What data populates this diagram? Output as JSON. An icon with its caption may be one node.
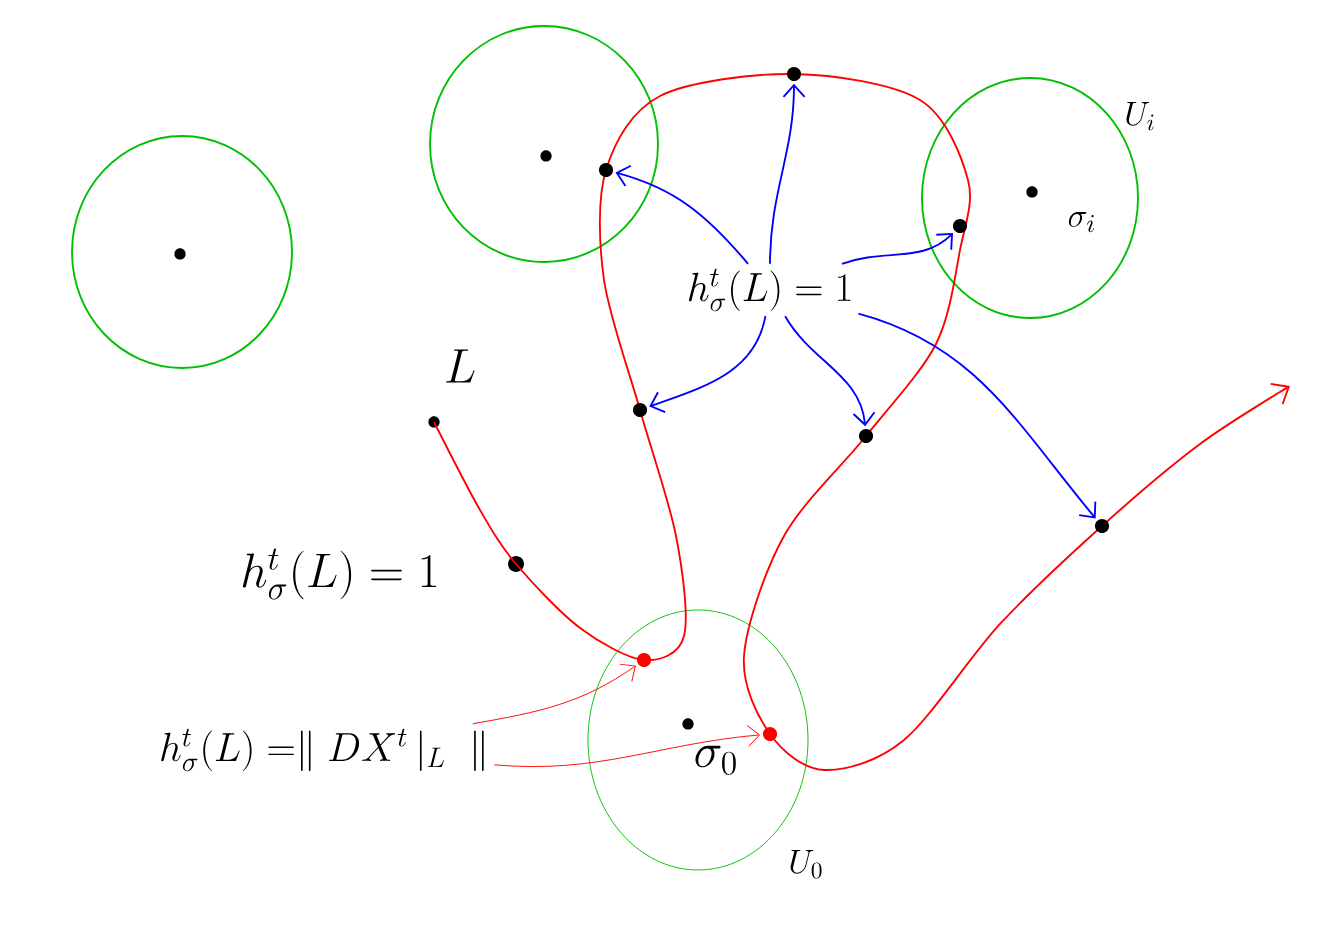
{
  "diagram": {
    "nodes": [
      {
        "text": [
          "h^t_\\sigma(L) = 1"
        ]
      },
      {
        "text": [
          "h^t_\\sigma(L) = \\parallel DX^t \\,|_L \\;\\parallel"
        ]
      },
      {
        "text": [],
        "shape": "dot"
      },
      {
        "text": [],
        "shape": "dot"
      },
      {
        "text": [],
        "shape": "dot"
      },
      {
        "text": [],
        "shape": "dot"
      },
      {
        "text": [],
        "shape": "dot"
      },
      {
        "text": [],
        "shape": "dot"
      },
      {
        "text": [],
        "shape": "dot"
      },
      {
        "text": [],
        "shape": "dot"
      }
    ],
    "edges": [
      {
        "from": 0,
        "to": 2,
        "arrow": "to"
      },
      {
        "from": 0,
        "to": 3,
        "arrow": "to"
      },
      {
        "from": 0,
        "to": 4,
        "arrow": "to"
      },
      {
        "from": 0,
        "to": 5,
        "arrow": "to"
      },
      {
        "from": 0,
        "to": 6,
        "arrow": "to"
      },
      {
        "from": 0,
        "to": 7,
        "arrow": "to"
      },
      {
        "from": 1,
        "to": 8,
        "arrow": "to",
        "color": "#ff0000"
      },
      {
        "from": 1,
        "to": 9,
        "arrow": "to",
        "color": "#ff0000"
      }
    ],
    "labels": [
      "L",
      "h^t_\\sigma(L) = 1",
      "U_i",
      "\\sigma_i",
      "\\sigma_0",
      "U_0"
    ]
  }
}
